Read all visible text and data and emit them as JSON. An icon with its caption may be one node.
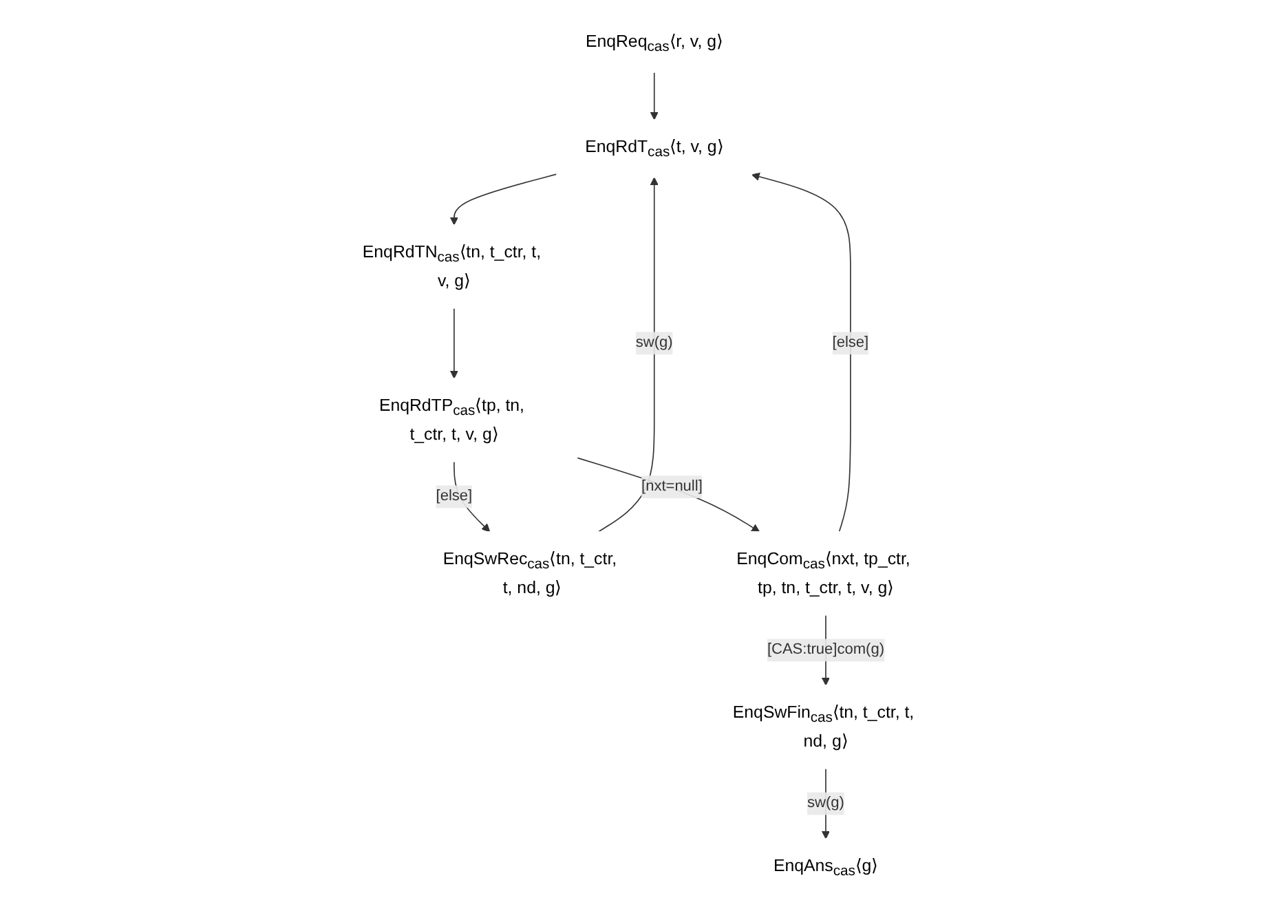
{
  "diagram": {
    "nodes": [
      {
        "text": [
          "EnqReq$_{cas}$⟨r, v, g⟩"
        ]
      },
      {
        "text": [
          "EnqRdT$_{cas}$⟨t, v, g⟩"
        ]
      },
      {
        "text": [
          "EnqRdTN$_{cas}$⟨tn, t_ctr, t, v, g⟩"
        ]
      },
      {
        "text": [
          "EnqSwRec$_{cas}$⟨tn, t_ctr, t, nd, g⟩"
        ]
      },
      {
        "text": [
          "EnqRdTP$_{cas}$⟨tp, tn, t_ctr, t, v, g⟩"
        ]
      },
      {
        "text": [
          "EnqCom$_{cas}$⟨nxt, tp_ctr, tp, tn, t_ctr, t, v, g⟩"
        ]
      },
      {
        "text": [
          "EnqSwFin$_{cas}$⟨tn, t_ctr, t, nd, g⟩"
        ]
      },
      {
        "text": [
          "EnqAns$_{cas}$⟨g⟩"
        ]
      }
    ],
    "edges": [
      {
        "from": 0,
        "to": 1,
        "arrow": "to"
      },
      {
        "from": 1,
        "to": 2,
        "arrow": "to"
      },
      {
        "from": 2,
        "to": 4,
        "arrow": "to"
      },
      {
        "from": 4,
        "to": 3,
        "arrow": "to",
        "label": "[else]"
      },
      {
        "from": 3,
        "to": 1,
        "arrow": "to",
        "label": "sw(g)"
      },
      {
        "from": 4,
        "to": 5,
        "arrow": "to",
        "label": "[nxt=null]"
      },
      {
        "from": 5,
        "to": 1,
        "arrow": "to",
        "label": "[else]"
      },
      {
        "from": 5,
        "to": 6,
        "arrow": "to",
        "label": "[CAS:true]com(g)"
      },
      {
        "from": 6,
        "to": 7,
        "arrow": "to",
        "label": "sw(g)"
      }
    ]
  }
}
